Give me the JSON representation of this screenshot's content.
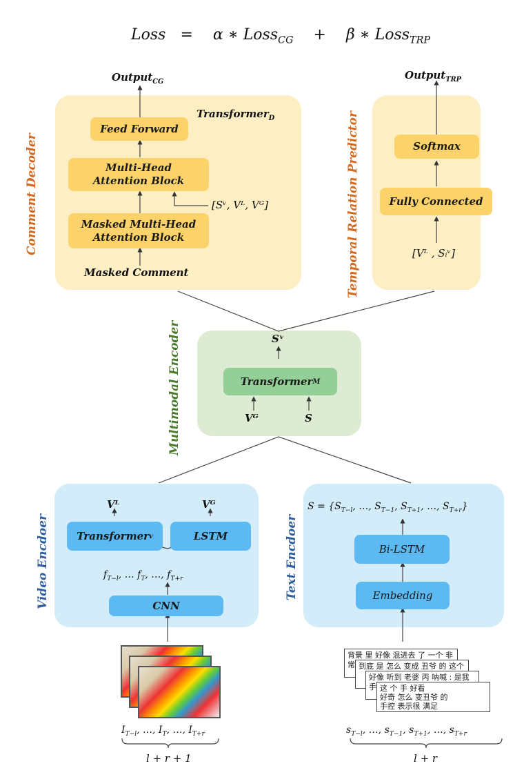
{
  "loss_equation": {
    "lhs": "Loss",
    "eq": "=",
    "term1_coef": "α",
    "term1_op": "∗",
    "term1_base": "Loss",
    "term1_sub": "CG",
    "plus": "+",
    "term2_coef": "β",
    "term2_op": "∗",
    "term2_base": "Loss",
    "term2_sub": "TRP"
  },
  "comment_decoder": {
    "side_label": "Comment Decoder",
    "output_base": "Output",
    "output_sub": "CG",
    "transformer_base": "Transformer",
    "transformer_sub": "D",
    "feed_forward": "Feed Forward",
    "mha_line1": "Multi-Head",
    "mha_line2": "Attention Block",
    "masked_mha_line1": "Masked Multi-Head",
    "masked_mha_line2": "Attention Block",
    "masked_comment": "Masked Comment",
    "context_input": "[Sᵛ, Vᴸ, Vᴳ]",
    "color": "#d2691e"
  },
  "temporal_relation_predictor": {
    "side_label": "Temporal Relation Predictor",
    "output_base": "Output",
    "output_sub": "TRP",
    "softmax": "Softmax",
    "fully_connected": "Fully Connected",
    "input": "[Vᴸ , Sᵢᵛ]",
    "color": "#d2691e"
  },
  "multimodal_encoder": {
    "side_label": "Multimodal Encoder",
    "output": "Sᵛ",
    "transformer_base": "Transformer",
    "transformer_sub": "M",
    "input_left": "Vᴳ",
    "input_right": "S",
    "color": "#4a7a2c"
  },
  "video_encoder": {
    "side_label": "Video Encdoer",
    "out_left": "Vᴸ",
    "out_right": "Vᴳ",
    "transformer_base": "Transformer",
    "transformer_sub": "v",
    "lstm": "LSTM",
    "features": "f_{T−l}, … f_T, …, f_{T+r}",
    "cnn": "CNN",
    "color": "#2f5f9e"
  },
  "text_encoder": {
    "side_label": "Text Encdoer",
    "output": "S = {S_{T−l}, …, S_{T−1}, S_{T+1}, …, S_{T+r}}",
    "bilstm": "Bi-LSTM",
    "embedding": "Embedding",
    "color": "#2f5f9e"
  },
  "video_input": {
    "frames_label": "I_{T−l}, …, I_T, …, I_{T+r}",
    "count_label": "l + r + 1"
  },
  "text_input": {
    "comments": [
      "背景 里 好像 混进去 了 一个 非常",
      "到底 是 怎么 变成 丑爷 的 这个",
      "好像 听到 老婆 丙 呐喊 : 是我 手",
      "这 个 手 好看\n好奇 怎么 变丑爷 的\n手控 表示很 满足"
    ],
    "sentences_label": "s_{T−l}, …, s_{T−1}, s_{T+1}, …, s_{T+r}",
    "count_label": "l + r"
  }
}
